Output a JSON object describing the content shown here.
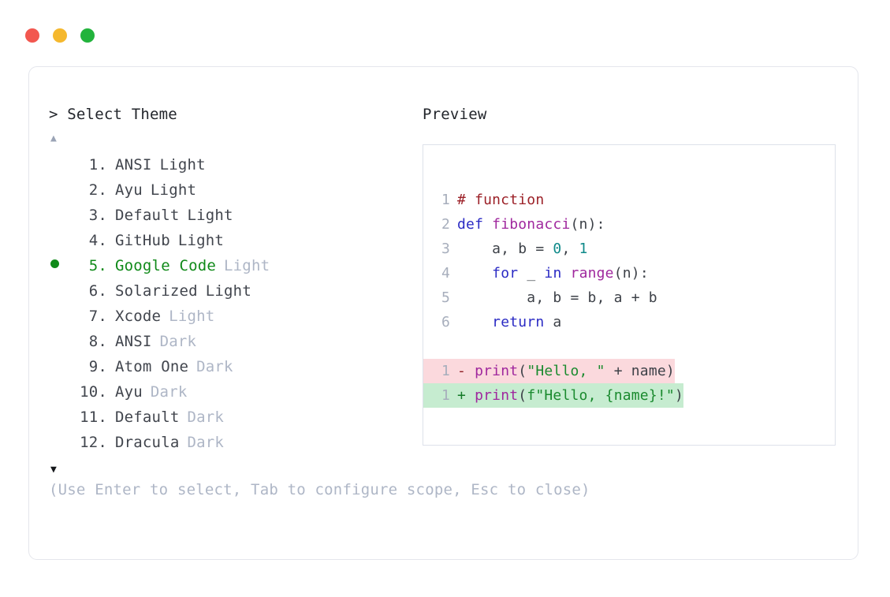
{
  "window": {
    "traffic_lights": [
      {
        "name": "close",
        "color": "#f2574f"
      },
      {
        "name": "minimize",
        "color": "#f5b82e"
      },
      {
        "name": "maximize",
        "color": "#22b33c"
      }
    ]
  },
  "selector": {
    "prompt": "> Select Theme",
    "scroll_up": "▲",
    "scroll_down": "▼",
    "selected_index": 5,
    "items": [
      {
        "number": " 1.",
        "name": "ANSI",
        "variant": "Light",
        "variant_dim": false,
        "selected": false
      },
      {
        "number": " 2.",
        "name": "Ayu",
        "variant": "Light",
        "variant_dim": false,
        "selected": false
      },
      {
        "number": " 3.",
        "name": "Default",
        "variant": "Light",
        "variant_dim": false,
        "selected": false
      },
      {
        "number": " 4.",
        "name": "GitHub",
        "variant": "Light",
        "variant_dim": false,
        "selected": false
      },
      {
        "number": " 5.",
        "name": "Google Code",
        "variant": "Light",
        "variant_dim": true,
        "selected": true
      },
      {
        "number": " 6.",
        "name": "Solarized",
        "variant": "Light",
        "variant_dim": false,
        "selected": false
      },
      {
        "number": " 7.",
        "name": "Xcode",
        "variant": "Light",
        "variant_dim": true,
        "selected": false
      },
      {
        "number": " 8.",
        "name": "ANSI",
        "variant": "Dark",
        "variant_dim": true,
        "selected": false
      },
      {
        "number": " 9.",
        "name": "Atom One",
        "variant": "Dark",
        "variant_dim": true,
        "selected": false
      },
      {
        "number": "10.",
        "name": "Ayu",
        "variant": "Dark",
        "variant_dim": true,
        "selected": false
      },
      {
        "number": "11.",
        "name": "Default",
        "variant": "Dark",
        "variant_dim": true,
        "selected": false
      },
      {
        "number": "12.",
        "name": "Dracula",
        "variant": "Dark",
        "variant_dim": true,
        "selected": false
      }
    ],
    "hint": "(Use Enter to select, Tab to configure scope, Esc to close)"
  },
  "preview": {
    "label": "Preview",
    "code_lines": [
      {
        "ln": "1",
        "tokens": [
          {
            "t": "# function",
            "c": "tok-comment"
          }
        ]
      },
      {
        "ln": "2",
        "tokens": [
          {
            "t": "def ",
            "c": "tok-keyword"
          },
          {
            "t": "fibonacci",
            "c": "tok-func"
          },
          {
            "t": "(n):",
            "c": "tok-punct"
          }
        ]
      },
      {
        "ln": "3",
        "tokens": [
          {
            "t": "    a, b = ",
            "c": "tok-plain"
          },
          {
            "t": "0",
            "c": "tok-num"
          },
          {
            "t": ", ",
            "c": "tok-plain"
          },
          {
            "t": "1",
            "c": "tok-num"
          }
        ]
      },
      {
        "ln": "4",
        "tokens": [
          {
            "t": "    ",
            "c": "tok-plain"
          },
          {
            "t": "for",
            "c": "tok-keyword"
          },
          {
            "t": " _ ",
            "c": "tok-plain"
          },
          {
            "t": "in",
            "c": "tok-keyword"
          },
          {
            "t": " ",
            "c": "tok-plain"
          },
          {
            "t": "range",
            "c": "tok-func"
          },
          {
            "t": "(n):",
            "c": "tok-punct"
          }
        ]
      },
      {
        "ln": "5",
        "tokens": [
          {
            "t": "        a, b = b, a + b",
            "c": "tok-plain"
          }
        ]
      },
      {
        "ln": "6",
        "tokens": [
          {
            "t": "    ",
            "c": "tok-plain"
          },
          {
            "t": "return",
            "c": "tok-keyword"
          },
          {
            "t": " a",
            "c": "tok-plain"
          }
        ]
      }
    ],
    "diff_lines": [
      {
        "ln": "1",
        "kind": "del",
        "tokens": [
          {
            "t": "- ",
            "c": "mark-del"
          },
          {
            "t": "print",
            "c": "tok-func"
          },
          {
            "t": "(",
            "c": "tok-punct"
          },
          {
            "t": "\"Hello, \"",
            "c": "tok-string"
          },
          {
            "t": " + name)",
            "c": "tok-plain"
          }
        ]
      },
      {
        "ln": "1",
        "kind": "add",
        "tokens": [
          {
            "t": "+ ",
            "c": "mark-add"
          },
          {
            "t": "print",
            "c": "tok-func"
          },
          {
            "t": "(",
            "c": "tok-punct"
          },
          {
            "t": "f\"Hello, ",
            "c": "tok-string"
          },
          {
            "t": "{name}",
            "c": "tok-string"
          },
          {
            "t": "!\"",
            "c": "tok-string"
          },
          {
            "t": ")",
            "c": "tok-punct"
          }
        ]
      }
    ]
  }
}
